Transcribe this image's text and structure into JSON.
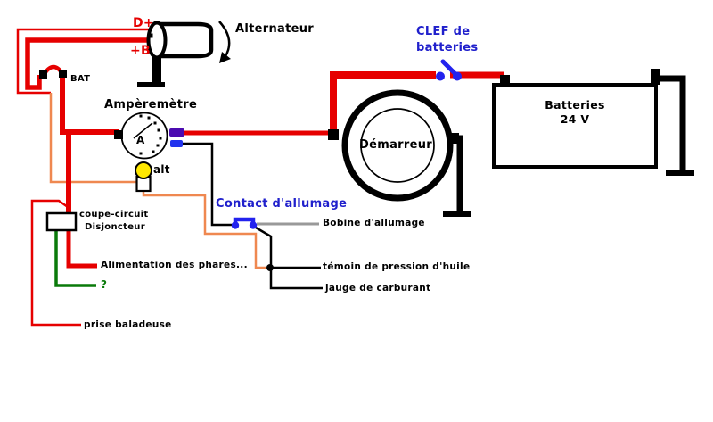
{
  "diagram": {
    "labels": {
      "d_plus": "D+",
      "plus_b": "+B",
      "alternateur": "Alternateur",
      "bat": "BAT",
      "amperemetre": "Ampèremètre",
      "ammeter_letter": "A",
      "alt_lamp": "alt",
      "clef_line1": "CLEF de",
      "clef_line2": "batteries",
      "batteries_line1": "Batteries",
      "batteries_line2": "24 V",
      "demarreur": "Démarreur",
      "coupe_circuit": "coupe-circuit",
      "disjoncteur": "Disjoncteur",
      "contact_allumage": "Contact d'allumage",
      "bobine": "Bobine d'allumage",
      "alimentation": "Alimentation des phares...",
      "question": "?",
      "temoin": "témoin de pression d'huile",
      "jauge": "jauge de carburant",
      "prise": "prise baladeuse"
    },
    "colors": {
      "wire_red": "#e60000",
      "wire_orange": "#ef8850",
      "wire_green": "#0a7a0a",
      "wire_gray": "#999999",
      "switch_blue": "#2222ee",
      "label_blue": "#2020cc",
      "lamp_yellow": "#ffe800",
      "connector_purple": "#4b0bb0",
      "connector_blue": "#2233ee",
      "component_black": "#000000",
      "background": "#ffffff"
    }
  }
}
